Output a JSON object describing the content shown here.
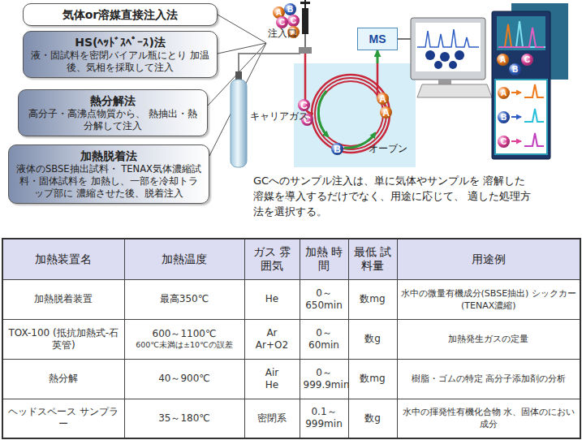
{
  "diagram": {
    "nodes": [
      {
        "text": [
          "気体or溶媒直接注入法"
        ]
      },
      {
        "text": [
          "HS(ﾍｯﾄﾞｽﾍﾟｰｽ)法",
          "液・固試料を密閉バイアル瓶にとり 加温後、気相を採取して注入"
        ]
      },
      {
        "text": [
          "熱分解法",
          "高分子・高沸点物質から、 熱抽出・熱分解して注入"
        ]
      },
      {
        "text": [
          "加熱脱着法",
          "液体のSBSE抽出試料・ TENAX気体濃縮試料・固体試料を 加熱し、一部を冷却トラップ部に 濃縮させた後、脱着注入"
        ]
      },
      {
        "text": [
          "A"
        ]
      },
      {
        "text": [
          "B"
        ]
      },
      {
        "text": [
          "C"
        ]
      },
      {
        "text": [
          "C"
        ]
      },
      {
        "text": [
          "A"
        ]
      },
      {
        "text": [
          "MS"
        ]
      },
      {
        "text": [
          "オーブン"
        ]
      },
      {
        "text": [
          "C"
        ],
        "in": 10
      },
      {
        "text": [
          "C"
        ],
        "in": 10
      },
      {
        "text": [
          "A"
        ],
        "in": 10
      },
      {
        "text": [
          "A"
        ],
        "in": 10
      },
      {
        "text": [
          "B"
        ],
        "in": 10
      },
      {
        "text": [
          "A"
        ]
      },
      {
        "text": [
          "B"
        ]
      },
      {
        "text": [
          "C"
        ]
      },
      {
        "text": [
          "A"
        ]
      },
      {
        "text": [
          "B"
        ]
      },
      {
        "text": [
          "C"
        ]
      }
    ],
    "edges": [
      {
        "from": 10,
        "to": 9,
        "arrow": "to"
      }
    ],
    "labels": [
      "注入口",
      "キャリアガス",
      "GCへのサンプル注入は、単に気体やサンプルを 溶解した溶媒を導入するだけでなく、用途に応じて、 適した処理方法を選択する。",
      "加熱装置名",
      "加熱温度",
      "ガス 雰囲気",
      "加熱 時間",
      "最低 試料量",
      "用途例",
      "加熱脱着装置",
      "最高350℃",
      "He",
      "0～ 650min",
      "数mg",
      "水中の微量有機成分(SBSE抽出) シックカー(TENAX濃縮)",
      "TOX-100 (抵抗加熱式-石英管)",
      "600～1100℃",
      "600℃未満は±10℃の誤差",
      "Ar Ar+O2",
      "0～ 60min",
      "数g",
      "加熱発生ガスの定量",
      "熱分解",
      "40～900℃",
      "Air He",
      "0～ 999.9min",
      "数mg",
      "樹脂・ゴムの特定 高分子添加剤の分析",
      "ヘッドスペース サンプラー",
      "35～180℃",
      "密閉系",
      "0.1～ 999min",
      "数g",
      "水中の揮発性有機化合物 水、固体のにおい成分"
    ]
  }
}
